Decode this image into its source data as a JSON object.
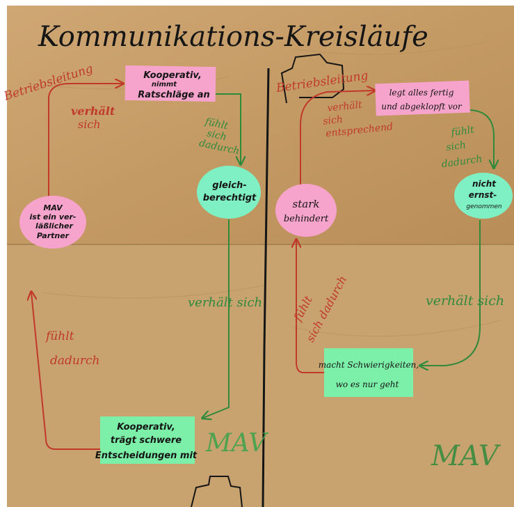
{
  "title": "Kommunikations-Kreisläufe",
  "colors": {
    "paper": "#c9a16c",
    "paper_dark": "#b98d58",
    "sticky_pink": "#f6a4cc",
    "sticky_green": "#7cf0a8",
    "sticky_mint": "#7ff0c4",
    "ink_red": "#c0392b",
    "ink_green": "#2f8a3c",
    "ink_black": "#151515"
  },
  "left": {
    "betriebsleitung": "Betriebsleitung",
    "note_top": [
      "Kooperativ,",
      "nimmt",
      "Ratschläge an"
    ],
    "verhaelt_sich": [
      "verhält",
      "sich"
    ],
    "fuehlt_sich_dadurch": [
      "fühlt",
      "sich",
      "dadurch"
    ],
    "gleichberechtigt": [
      "gleich-",
      "berechtigt"
    ],
    "mav_partner": [
      "MAV",
      "ist ein ver-",
      "läßlicher",
      "Partner"
    ],
    "verhaelt_sich_long": "verhält sich",
    "fuehlt_dadurch": [
      "fühlt",
      "dadurch"
    ],
    "note_bottom": [
      "Kooperativ,",
      "trägt schwere",
      "Entscheidungen mit"
    ],
    "mav": "MAV"
  },
  "right": {
    "betriebsleitung": "Betriebsleitung",
    "note_top": [
      "legt alles fertig",
      "und abgeklopft vor"
    ],
    "verhaelt_sich": [
      "verhält",
      "sich",
      "entsprechend"
    ],
    "fuehlt_sich_dadurch": [
      "fühlt",
      "sich",
      "dadurch"
    ],
    "nicht_ernst": [
      "nicht",
      "ernst-",
      "genommen"
    ],
    "stark_behindert": [
      "stark",
      "behindert"
    ],
    "fuehlt_sich_dadurch_long": [
      "fühlt",
      "sich dadurch"
    ],
    "verhaelt_sich_long": "verhält sich",
    "note_bottom": [
      "macht Schwierigkeiten,",
      "wo es nur geht"
    ],
    "mav": "MAV"
  }
}
